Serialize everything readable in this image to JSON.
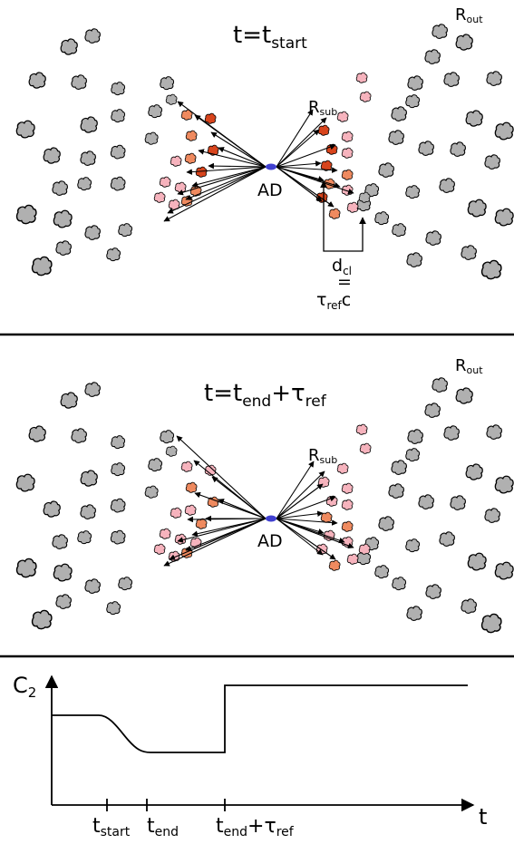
{
  "panel_top": {
    "time_main": "t=t",
    "time_sub": "start",
    "r_out_main": "R",
    "r_out_sub": "out",
    "r_sub_main": "R",
    "r_sub_sub": "sub",
    "ad_label": "AD",
    "dcl_main": "d",
    "dcl_sub": "cl",
    "equals": "=",
    "tau_main": "τ",
    "tau_sub": "ref",
    "tau_c": "c"
  },
  "panel_middle": {
    "time_main": "t=t",
    "time_sub": "end",
    "time_plus": "+τ",
    "time_sub2": "ref",
    "r_out_main": "R",
    "r_out_sub": "out",
    "r_sub_main": "R",
    "r_sub_sub": "sub",
    "ad_label": "AD"
  },
  "timeline": {
    "y_main": "C",
    "y_sub": "2",
    "x_label": "t",
    "ticks": [
      {
        "main": "t",
        "sub": "start"
      },
      {
        "main": "t",
        "sub": "end"
      },
      {
        "main": "t",
        "sub": "end",
        "plus": "+τ",
        "sub2": "ref"
      }
    ]
  },
  "colors": {
    "gray_cloud": "#b0b0b0",
    "pink_cloud": "#f6b3bd",
    "orange_cloud": "#ef8a5f",
    "red_cloud": "#d8441c",
    "ad_source": "#4040d0"
  }
}
